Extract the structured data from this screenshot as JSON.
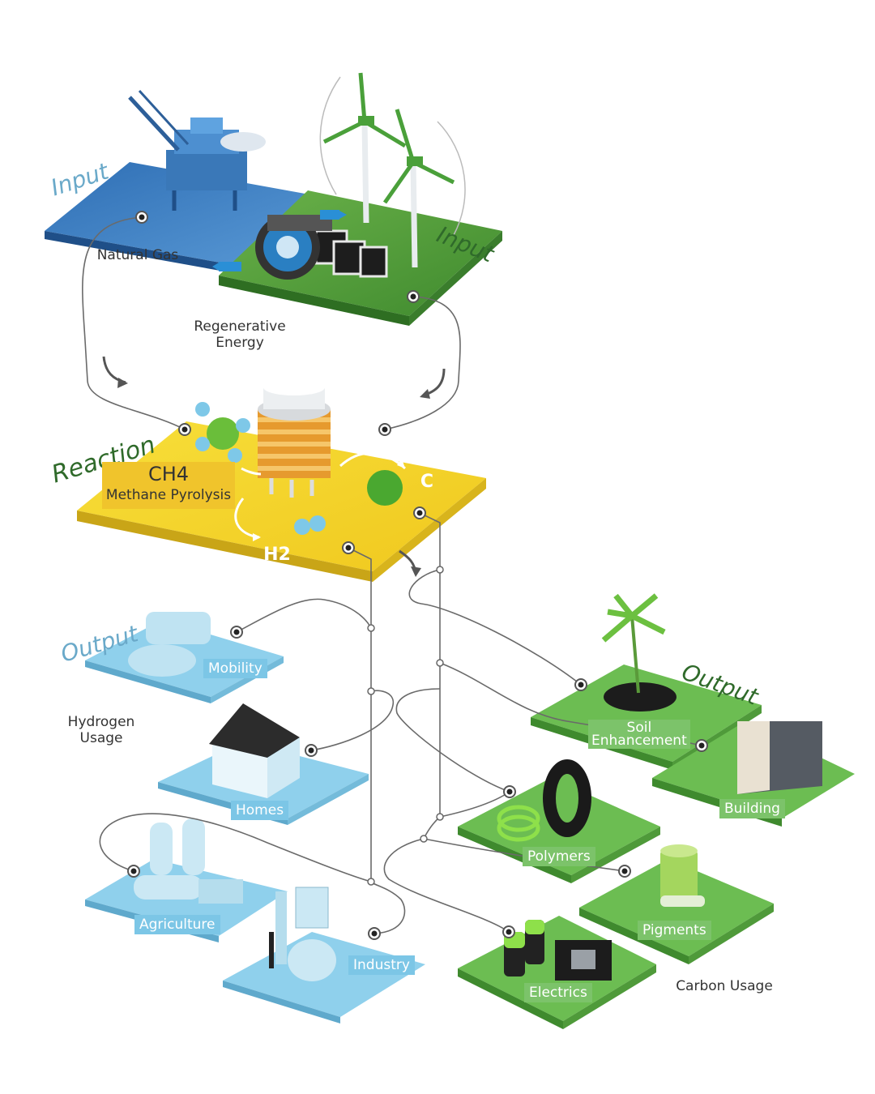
{
  "labels": {
    "input_left": "Input",
    "input_right": "Input",
    "reaction": "Reaction",
    "output_left": "Output",
    "output_right": "Output",
    "natural_gas": "Natural Gas",
    "regenerative_energy_1": "Regenerative",
    "regenerative_energy_2": "Energy",
    "ch4": "CH4",
    "methane_pyrolysis": "Methane Pyrolysis",
    "c": "C",
    "h2": "H2",
    "hydrogen_usage_1": "Hydrogen",
    "hydrogen_usage_2": "Usage",
    "carbon_usage": "Carbon Usage"
  },
  "hydrogen_outputs": [
    "Mobility",
    "Homes",
    "Agriculture",
    "Industry"
  ],
  "carbon_outputs": [
    "Soil Enhancement",
    "Building",
    "Polymers",
    "Pigments",
    "Electrics"
  ],
  "soil_enhancement_lines": [
    "Soil",
    "Enhancement"
  ],
  "colors": {
    "ocean_blue": "#3d7fc2",
    "field_green": "#4a9a3a",
    "reaction_yellow": "#f3d32b",
    "hydrogen_blue": "#8fd0ec",
    "carbon_green": "#6cbd52",
    "label_teal": "#6aa9c9",
    "label_dark_green": "#2f6a2a"
  }
}
